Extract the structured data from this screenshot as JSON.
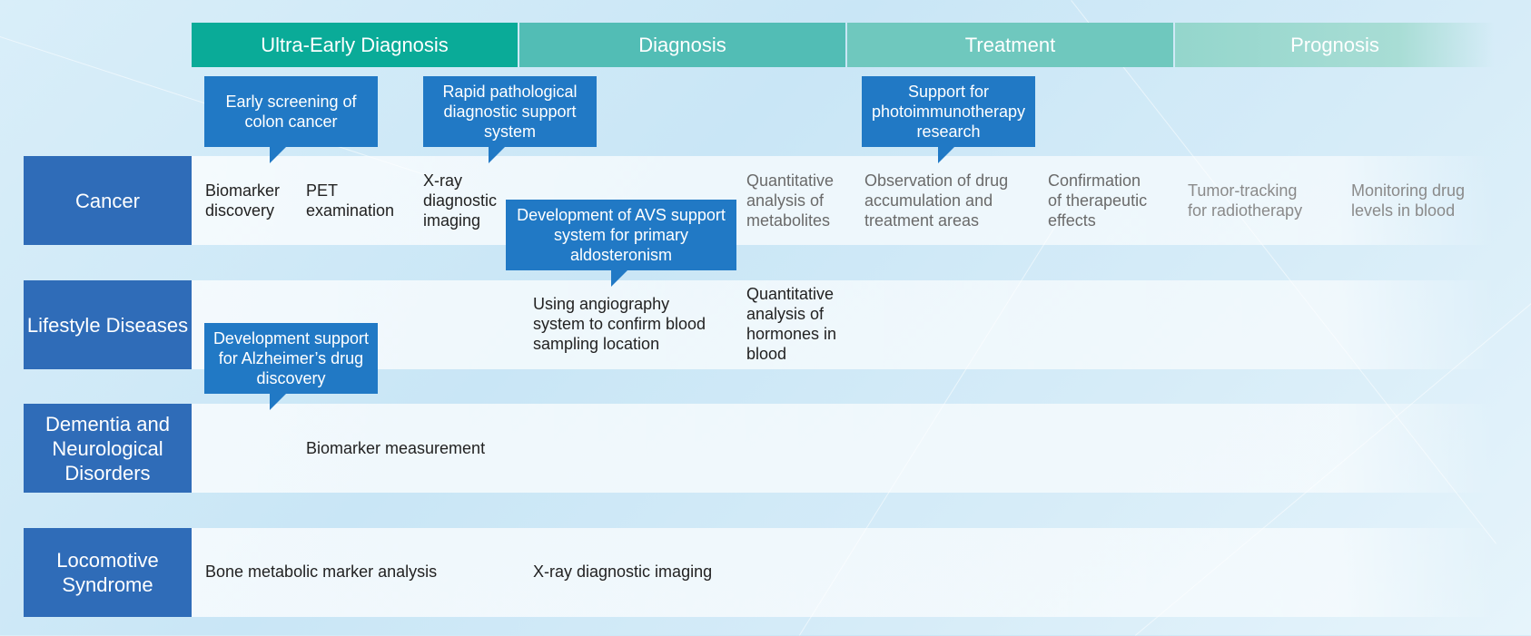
{
  "stages": [
    "Ultra-Early Diagnosis",
    "Diagnosis",
    "Treatment",
    "Prognosis"
  ],
  "rows": {
    "cancer": "Cancer",
    "lifestyle": "Lifestyle Diseases",
    "dementia": "Dementia and\nNeurological\nDisorders",
    "locomotive": "Locomotive\nSyndrome"
  },
  "cells": {
    "cancer_biomarker": "Biomarker\ndiscovery",
    "cancer_pet": "PET\nexamination",
    "cancer_xray": "X-ray\ndiagnostic\nimaging",
    "cancer_metabolites": "Quantitative\nanalysis of\nmetabolites",
    "cancer_observation": "Observation of drug\naccumulation and\ntreatment areas",
    "cancer_confirmation": "Confirmation\nof therapeutic\neffects",
    "cancer_tumor_tracking": "Tumor-tracking\nfor radiotherapy",
    "cancer_monitoring": "Monitoring drug\nlevels in blood",
    "lifestyle_angiography": "Using angiography\nsystem to confirm blood\nsampling location",
    "lifestyle_hormones": "Quantitative\nanalysis of\nhormones in\nblood",
    "dementia_biomarker": "Biomarker measurement",
    "locomotive_bone": "Bone metabolic marker analysis",
    "locomotive_xray": "X-ray diagnostic imaging"
  },
  "callouts": {
    "colon": "Early screening of\ncolon cancer",
    "pathology": "Rapid pathological\ndiagnostic support\nsystem",
    "photoimmuno": "Support for\nphotoimmunotherapy\nresearch",
    "avs": "Development of AVS support\nsystem for primary\naldosteronism",
    "alzheimers": "Development support\nfor Alzheimer’s drug\ndiscovery"
  },
  "colors": {
    "stage_ultra_early": "#0aab98",
    "stage_diagnosis": "#52bdb5",
    "stage_treatment": "#6fc8be",
    "stage_prognosis": "#94d6cc",
    "row_label": "#2f6cb8",
    "callout": "#2179c5"
  }
}
